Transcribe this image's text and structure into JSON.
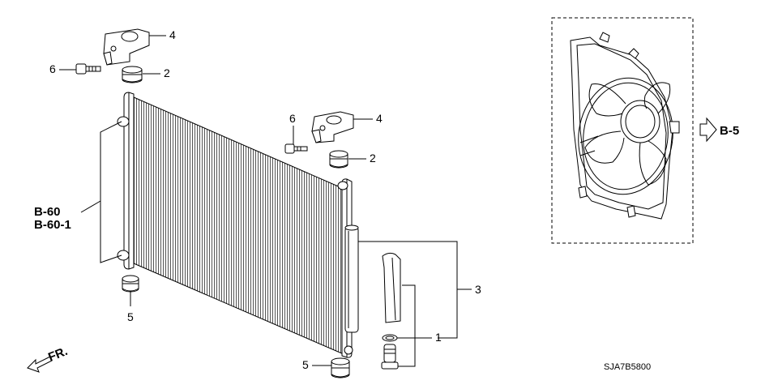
{
  "callouts": {
    "bracket_top": "4",
    "bracket_mid": "4",
    "bolt_top": "6",
    "bolt_mid": "6",
    "cushion_top": "2",
    "cushion_mid": "2",
    "receiver": "3",
    "seal": "1",
    "cushion_bottom_left": "5",
    "cushion_bottom_mid": "5"
  },
  "refs": {
    "b60": "B-60",
    "b60_1": "B-60-1",
    "b5": "B-5"
  },
  "front_marker": "FR.",
  "diagram_code": "SJA7B5800"
}
